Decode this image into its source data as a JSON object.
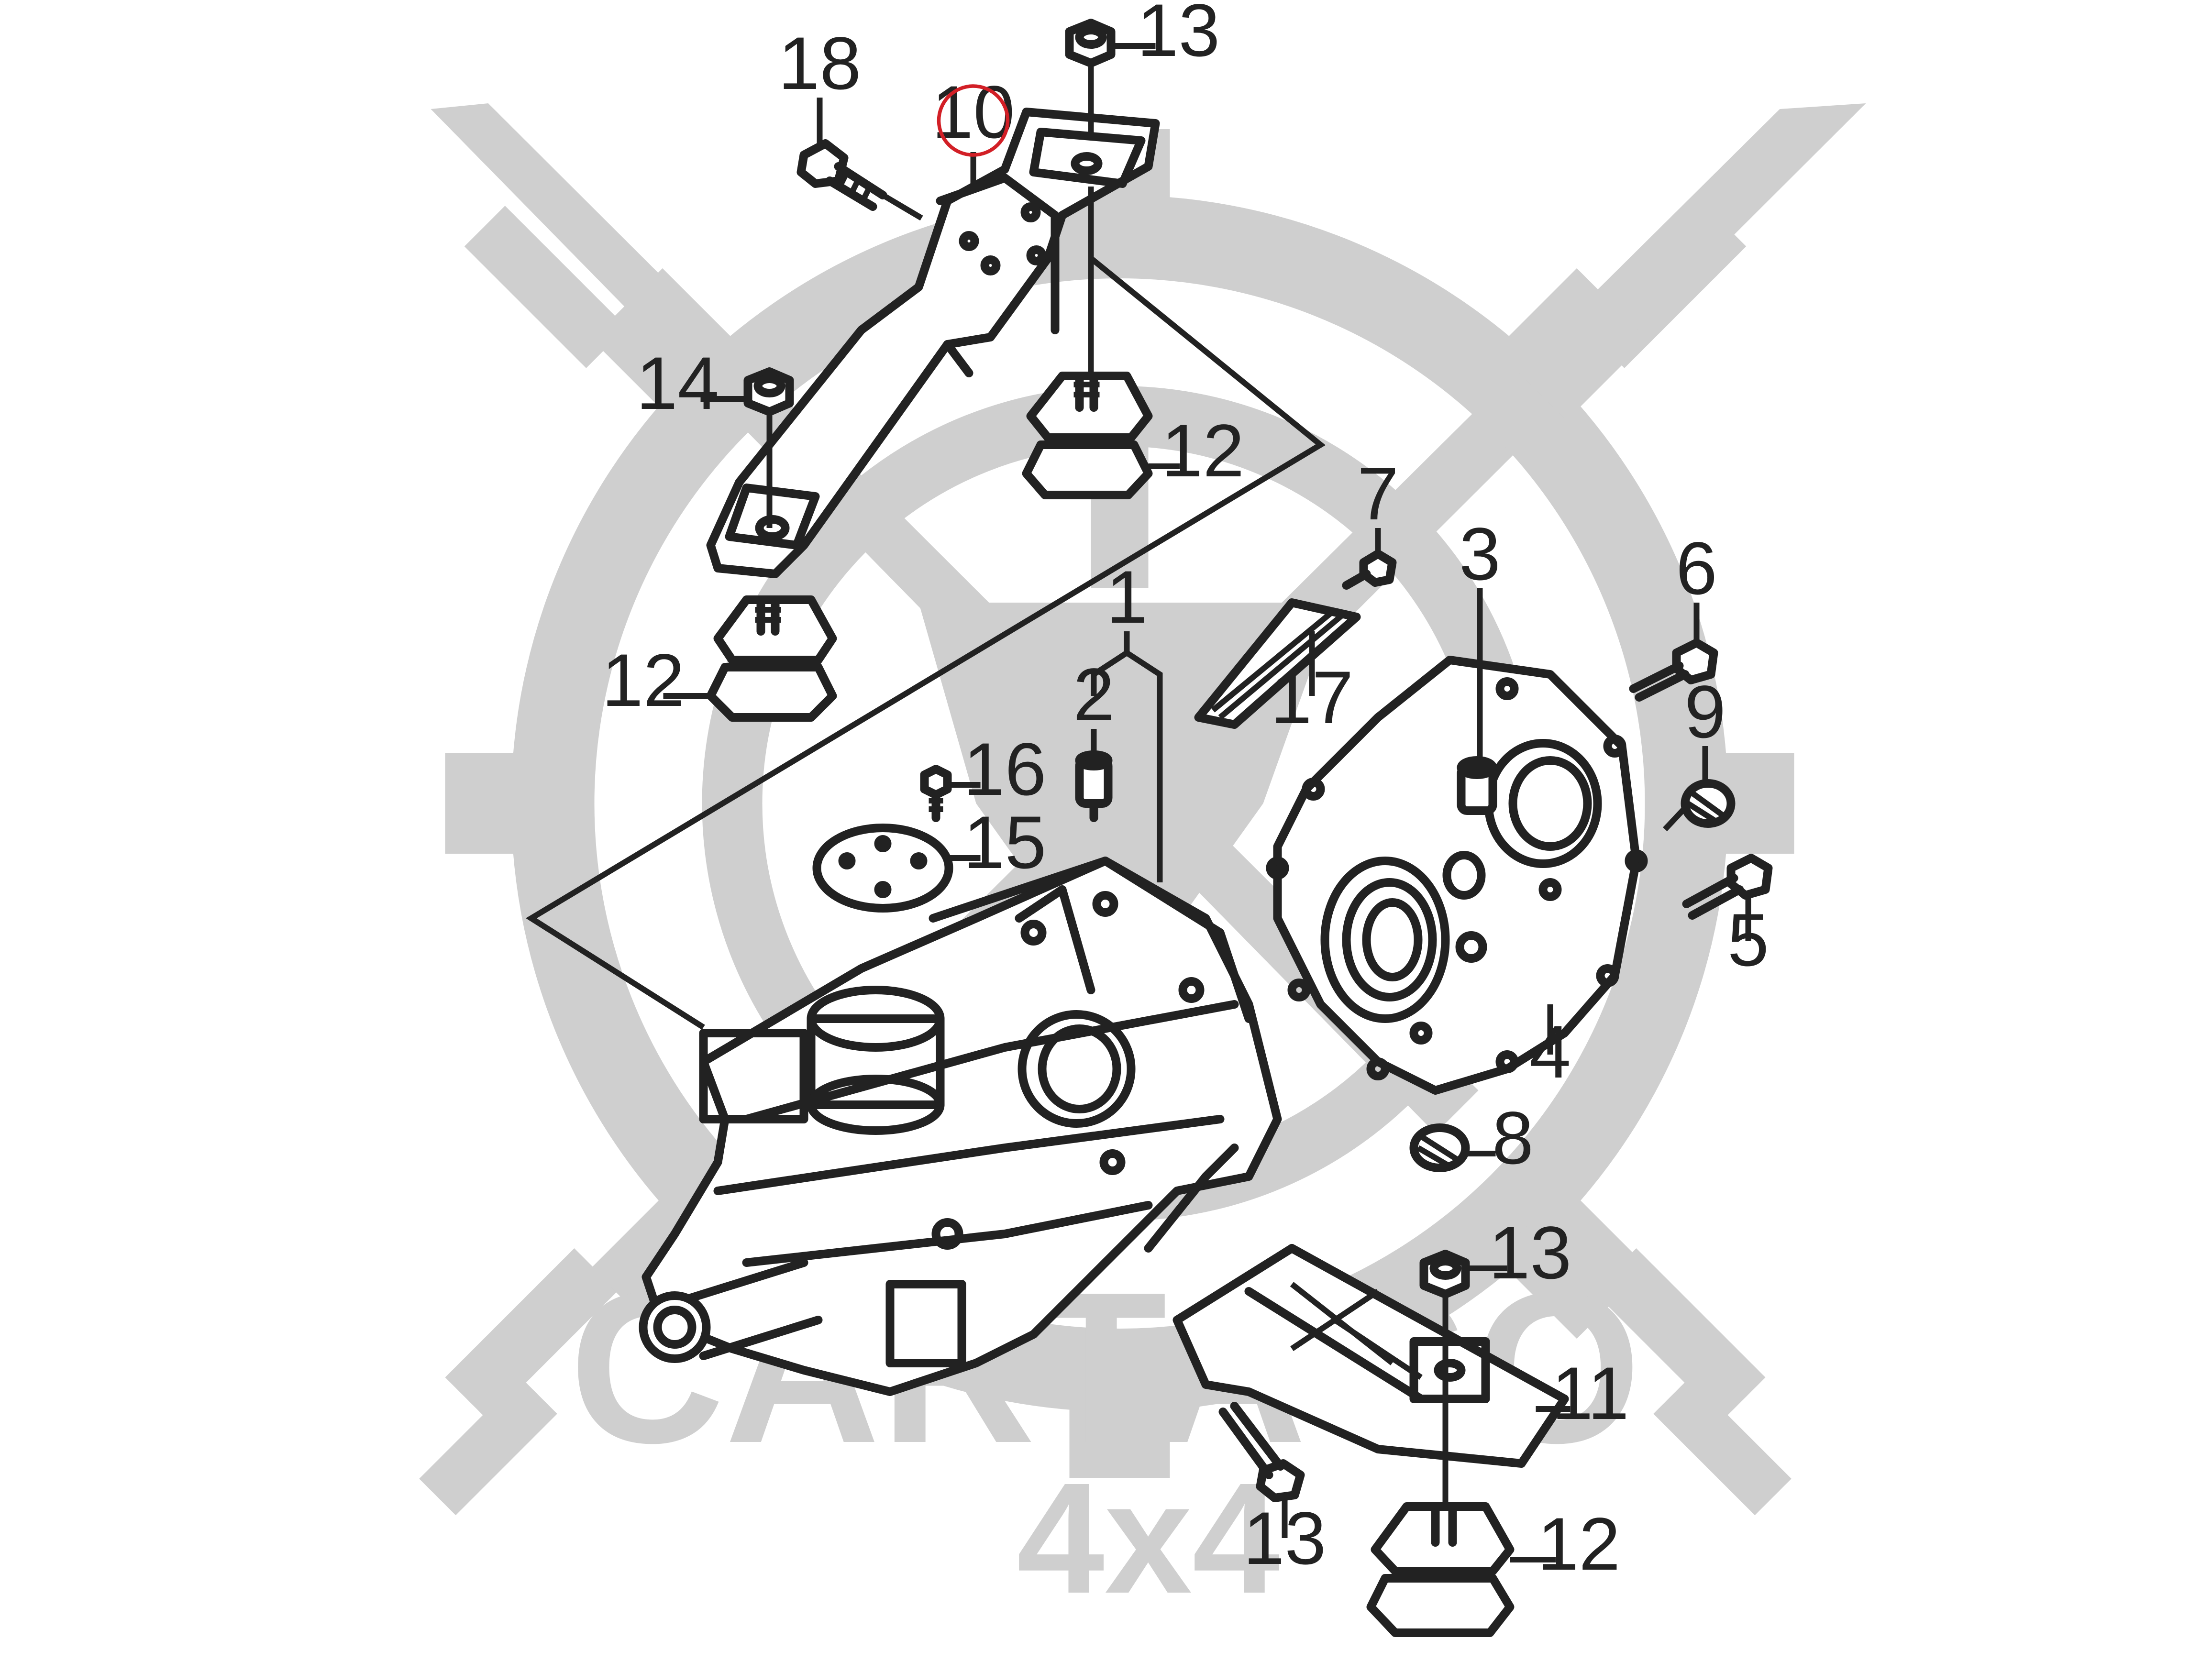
{
  "diagram": {
    "watermark": {
      "brand": "CARTAGO",
      "sub": "4x4"
    },
    "callouts": [
      {
        "id": "c1",
        "text": "1"
      },
      {
        "id": "c2",
        "text": "2"
      },
      {
        "id": "c3",
        "text": "3"
      },
      {
        "id": "c4",
        "text": "4"
      },
      {
        "id": "c5",
        "text": "5"
      },
      {
        "id": "c6",
        "text": "6"
      },
      {
        "id": "c7",
        "text": "7"
      },
      {
        "id": "c8",
        "text": "8"
      },
      {
        "id": "c9",
        "text": "9"
      },
      {
        "id": "c10",
        "text": "10"
      },
      {
        "id": "c11",
        "text": "11"
      },
      {
        "id": "c12a",
        "text": "12"
      },
      {
        "id": "c12b",
        "text": "12"
      },
      {
        "id": "c12c",
        "text": "12"
      },
      {
        "id": "c13a",
        "text": "13"
      },
      {
        "id": "c13b",
        "text": "13"
      },
      {
        "id": "c13c",
        "text": "13"
      },
      {
        "id": "c14",
        "text": "14"
      },
      {
        "id": "c15",
        "text": "15"
      },
      {
        "id": "c16",
        "text": "16"
      },
      {
        "id": "c17",
        "text": "17"
      },
      {
        "id": "c18",
        "text": "18"
      }
    ],
    "highlight": {
      "target": "10",
      "color": "#d21f26"
    }
  }
}
